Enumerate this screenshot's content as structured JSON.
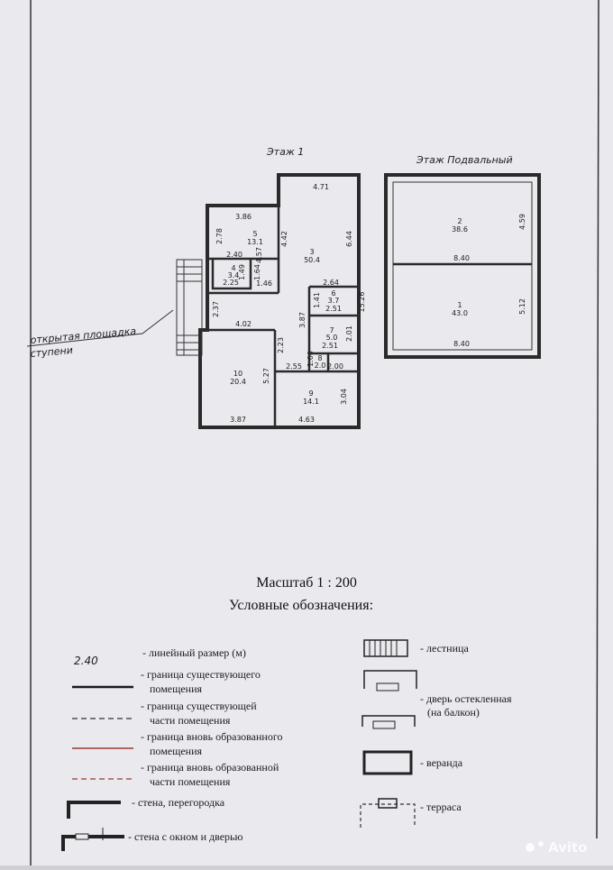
{
  "plan": {
    "floor1_label": "Этаж 1",
    "basement_label": "Этаж Подвальный",
    "callout_line1": "открытая площадка",
    "callout_line2": "ступени",
    "rooms_floor1": [
      {
        "num": "5",
        "area": "13.1"
      },
      {
        "num": "3",
        "area": "50.4"
      },
      {
        "num": "4",
        "area": "3.4"
      },
      {
        "num": "6",
        "area": "3.7"
      },
      {
        "num": "7",
        "area": "5.0"
      },
      {
        "num": "8",
        "area": "2.0"
      },
      {
        "num": "10",
        "area": "20.4"
      },
      {
        "num": "9",
        "area": "14.1"
      }
    ],
    "rooms_basement": [
      {
        "num": "2",
        "area": "38.6"
      },
      {
        "num": "1",
        "area": "43.0"
      }
    ],
    "dimensions": [
      "4.71",
      "3.86",
      "2.78",
      "4.57",
      "4.42",
      "6.44",
      "2.40",
      "1.49",
      "2.25",
      "1.64",
      "1.46",
      "2.37",
      "4.02",
      "3.87",
      "2.64",
      "1.41",
      "2.51",
      "15.26",
      "2.01",
      "2.51",
      "2.23",
      "2.55",
      "1.00",
      "2.00",
      "5.27",
      "3.87",
      "4.63",
      "3.04",
      "4.59",
      "8.40",
      "5.12",
      "8.40"
    ]
  },
  "scale": "Масштаб 1 : 200",
  "legend": {
    "title": "Условные обозначения:",
    "sample_value": "2.40",
    "left_items": [
      {
        "line1": "- линейный размер (м)",
        "line2": ""
      },
      {
        "line1": "- граница существующего",
        "line2": "помещения"
      },
      {
        "line1": "- граница существующей",
        "line2": "части помещения"
      },
      {
        "line1": "- граница вновь образованного",
        "line2": "помещения"
      },
      {
        "line1": "- граница вновь образованной",
        "line2": "части помещения"
      },
      {
        "line1": "- стена, перегородка",
        "line2": ""
      },
      {
        "line1": "- стена с окном и дверью",
        "line2": ""
      }
    ],
    "right_items": [
      {
        "line1": "- лестница",
        "line2": ""
      },
      {
        "line1": "- дверь остекленная",
        "line2": "(на балкон)"
      },
      {
        "line1": "- веранда",
        "line2": ""
      },
      {
        "line1": "- терраса",
        "line2": ""
      }
    ],
    "colors": {
      "new_boundary": "#9b3a2e",
      "ink": "#2a2a2a"
    }
  },
  "watermark": "Avito"
}
